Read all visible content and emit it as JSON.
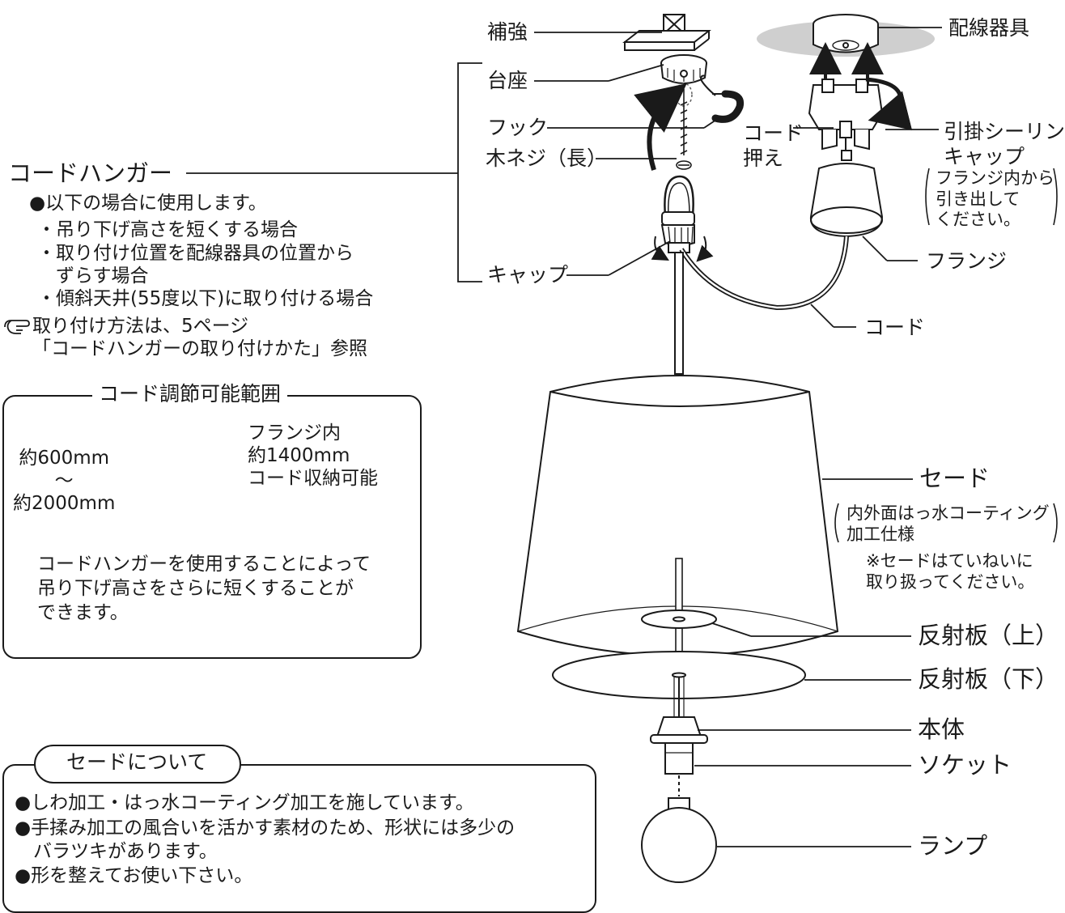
{
  "parts": {
    "hokyo": "補強",
    "daiza": "台座",
    "fukku": "フック",
    "mokuneji": "木ネジ（長）",
    "haisen": "配線器具",
    "cord_osae": "コード\n押え",
    "hikkake": "引掛シーリング\nキャップ",
    "hikkake_note": "フランジ内から\n引き出して\nください。",
    "flange": "フランジ",
    "cap": "キャップ",
    "cord": "コード",
    "shade": "セード",
    "shade_note1": "内外面はっ水コーティング\n加工仕様",
    "shade_note2": "※セードはていねいに\n取り扱ってください。",
    "hansha_up": "反射板（上）",
    "hansha_down": "反射板（下）",
    "hontai": "本体",
    "socket": "ソケット",
    "lamp": "ランプ"
  },
  "cord_hanger": {
    "title": "コードハンガー",
    "intro": "●以下の場合に使用します。",
    "items": [
      "・吊り下げ高さを短くする場合",
      "・取り付け位置を配線器具の位置から\n　ずらす場合",
      "・傾斜天井(55度以下)に取り付ける場合"
    ],
    "ref_icon": "pointing-hand-icon",
    "ref": "取り付け方法は、5ページ\n「コードハンガーの取り付けかた」参照"
  },
  "adjust_box": {
    "title": "コード調節可能範囲",
    "range": "約600mm\n〜\n約2000mm",
    "flange_note": "フランジ内\n約1400mm\nコード収納可能",
    "footer": "コードハンガーを使用することによって\n吊り下げ高さをさらに短くすることが\nできます。"
  },
  "shade_box": {
    "title": "セードについて",
    "bullets": [
      "●しわ加工・はっ水コーティング加工を施しています。",
      "●手揉み加工の風合いを活かす素材のため、形状には多少の\n　バラツキがあります。",
      "●形を整えてお使い下さい。"
    ]
  }
}
